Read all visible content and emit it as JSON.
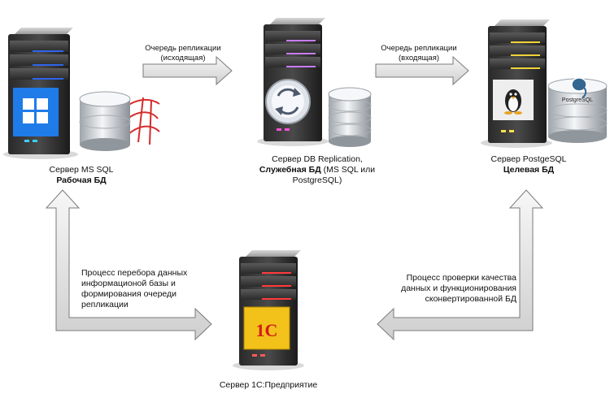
{
  "arrows": {
    "top_left": {
      "line1": "Очередь репликации",
      "line2": "(исходящая)"
    },
    "top_right": {
      "line1": "Очередь репликации",
      "line2": "(входящая)"
    }
  },
  "servers": {
    "mssql": {
      "line1": "Сервер MS SQL",
      "line2": "Рабочая БД",
      "os_icon": "windows-icon",
      "db_icon": "database-icon",
      "brand_icon": "sql-server-logo-icon"
    },
    "replication": {
      "line1": "Сервер DB Replication,",
      "line2_bold": "Служебная БД",
      "line2_rest": " (MS SQL или",
      "line3": "PostgreSQL)",
      "app_icon": "replication-arrows-icon",
      "db_icon": "database-stack-icon"
    },
    "postgres": {
      "line1": "Сервер PostgeSQL",
      "line2": "Целевая БД",
      "os_icon": "linux-tux-icon",
      "db_label": "PostgreSQL"
    },
    "onec": {
      "label": "Сервер 1С:Предприятие",
      "logo": "1С"
    }
  },
  "processes": {
    "left": {
      "line1": "Процесс перебора данных",
      "line2": "информационой базы и",
      "line3": "формирования очереди",
      "line4": "репликации"
    },
    "right": {
      "line1": "Процесс проверки качества",
      "line2": "данных и функционирования",
      "line3": "сконвертированной БД"
    }
  },
  "colors": {
    "mssql_led": "#2f6bff",
    "replication_led": "#c77cff",
    "postgres_led": "#f0d23a",
    "onec_led": "#ff3b3b",
    "windows_blue": "#1f7be8",
    "onec_yellow": "#f2c21a",
    "onec_red": "#d51a1a",
    "arrow_fill": "#e9e9e9",
    "arrow_stroke": "#7a7a7a"
  }
}
